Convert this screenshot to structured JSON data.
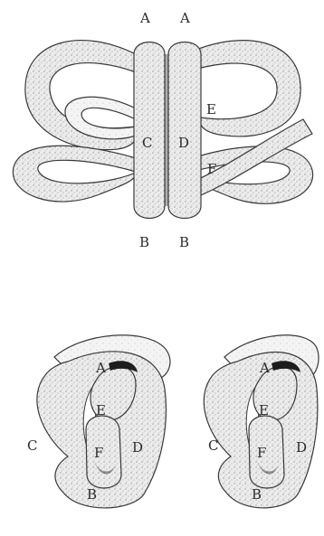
{
  "top_figure": {
    "labels": {
      "A_left": "A",
      "A_right": "A",
      "C": "C",
      "D": "D",
      "E": "E",
      "F": "F",
      "B_left": "B",
      "B_right": "B"
    }
  },
  "bottom_left_figure": {
    "labels": {
      "A": "A",
      "E": "E",
      "C": "C",
      "F": "F",
      "D": "D",
      "B": "B"
    }
  },
  "bottom_right_figure": {
    "labels": {
      "A": "A",
      "E": "E",
      "C": "C",
      "F": "F",
      "D": "D",
      "B": "B"
    }
  }
}
